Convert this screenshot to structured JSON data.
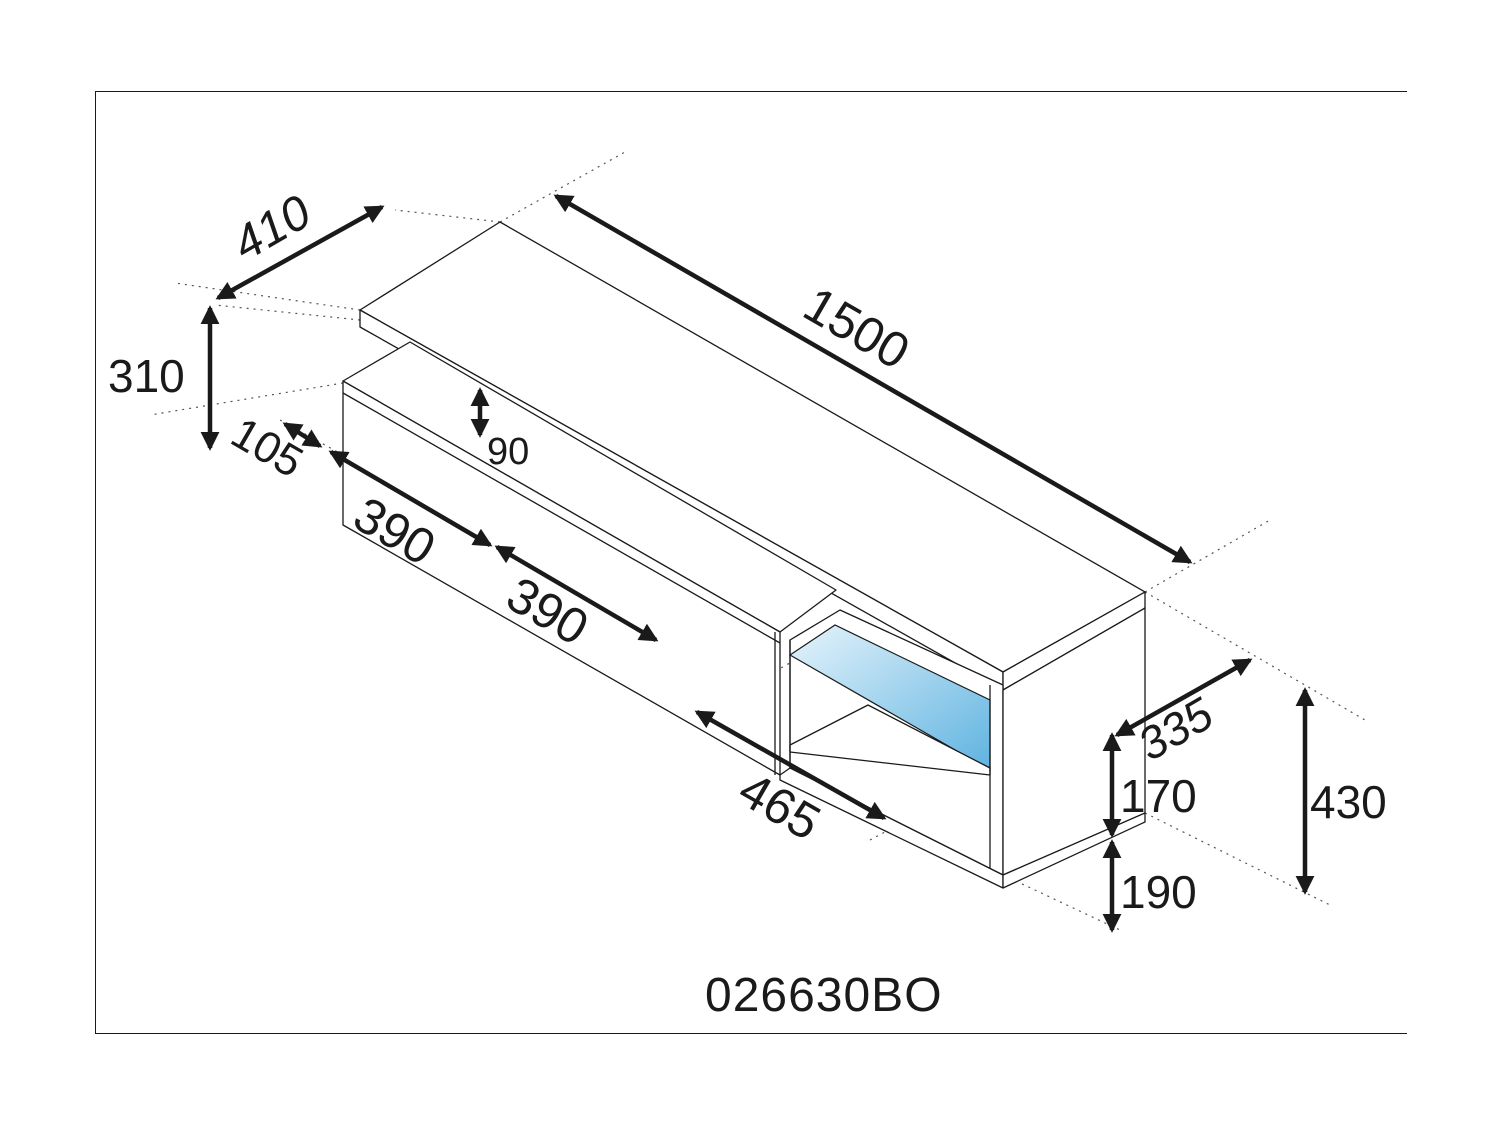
{
  "product_code": "026630BO",
  "dimensions": {
    "total_width": "1500",
    "top_depth": "410",
    "upper_height": "310",
    "top_thickness": "105",
    "gap_height": "90",
    "drawer_width_1": "390",
    "drawer_width_2": "390",
    "open_section_width": "465",
    "base_depth": "335",
    "open_section_height": "170",
    "base_height": "190",
    "total_height": "430"
  },
  "colors": {
    "line": "#1a1a1a",
    "glass_light": "#cfeaf8",
    "glass_dark": "#5fb3e0",
    "background": "#ffffff"
  }
}
